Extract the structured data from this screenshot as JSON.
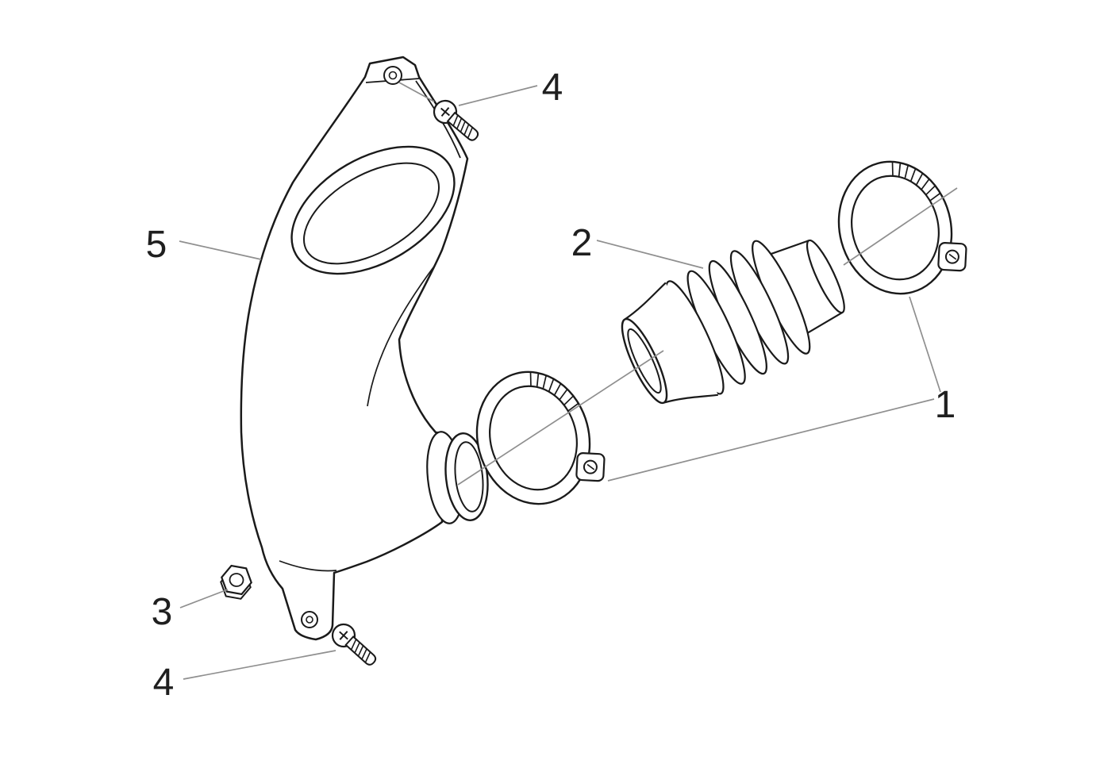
{
  "diagram": {
    "type": "exploded-parts-diagram",
    "background_color": "#ffffff",
    "outline_color": "#1a1a1a",
    "leader_line_color": "#8f8f8f",
    "label_color": "#1f1f1f",
    "labels": {
      "part1": {
        "text": "1"
      },
      "part2": {
        "text": "2"
      },
      "part3": {
        "text": "3"
      },
      "part4_top": {
        "text": "4"
      },
      "part4_bottom": {
        "text": "4"
      },
      "part5": {
        "text": "5"
      }
    }
  }
}
